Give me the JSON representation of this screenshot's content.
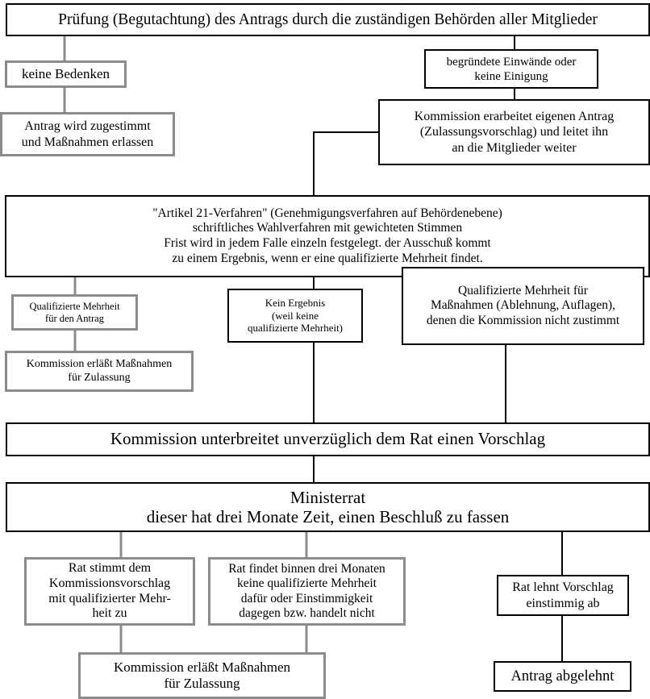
{
  "flowchart": {
    "top": "Prüfung (Begutachtung) des Antrags durch die zuständigen Behörden aller Mitglieder",
    "keine_bedenken": "keine Bedenken",
    "antrag_zugestimmt": "Antrag wird zugestimmt\nund Maßnahmen erlassen",
    "einwaende": "begründete Einwände oder\nkeine Einigung",
    "kommission_antrag": "Kommission erarbeitet eigenen Antrag\n(Zulassungsvorschlag) und leitet ihn\nan die Mitglieder weiter",
    "artikel21": "\"Artikel 21-Verfahren\" (Genehmigungsverfahren auf Behördenebene)\nschriftliches Wahlverfahren mit gewichteten Stimmen\nFrist wird in jedem Falle einzeln festgelegt. der Ausschuß kommt\nzu einem Ergebnis, wenn er eine qualifizierte Mehrheit findet.",
    "qual_mehrheit_antrag": "Qualifizierte Mehrheit\nfür den Antrag",
    "kommission_erlaesst_1": "Kommission erläßt Maßnahmen\nfür Zulassung",
    "kein_ergebnis": "Kein Ergebnis\n(weil keine\nqualifizierte Mehrheit)",
    "qual_mehrheit_massnahmen": "Qualifizierte Mehrheit für\nMaßnahmen (Ablehnung, Auflagen),\ndenen die Kommission nicht zustimmt",
    "kommission_vorschlag": "Kommission unterbreitet unverzüglich dem Rat einen Vorschlag",
    "ministerrat": "Ministerrat\ndieser hat drei Monate Zeit, einen Beschluß zu fassen",
    "rat_stimmt": "Rat stimmt dem\nKommissionsvorschlag\nmit qualifizierter Mehr-\nheit zu",
    "rat_findet": "Rat findet binnen drei Monaten\nkeine qualifizierte Mehrheit\ndafür oder Einstimmigkeit\ndagegen bzw. handelt nicht",
    "rat_lehnt": "Rat lehnt Vorschlag\neinstimmig ab",
    "kommission_erlaesst_2": "Kommission erläßt Maßnahmen\nfür Zulassung",
    "antrag_abgelehnt": "Antrag abgelehnt"
  }
}
